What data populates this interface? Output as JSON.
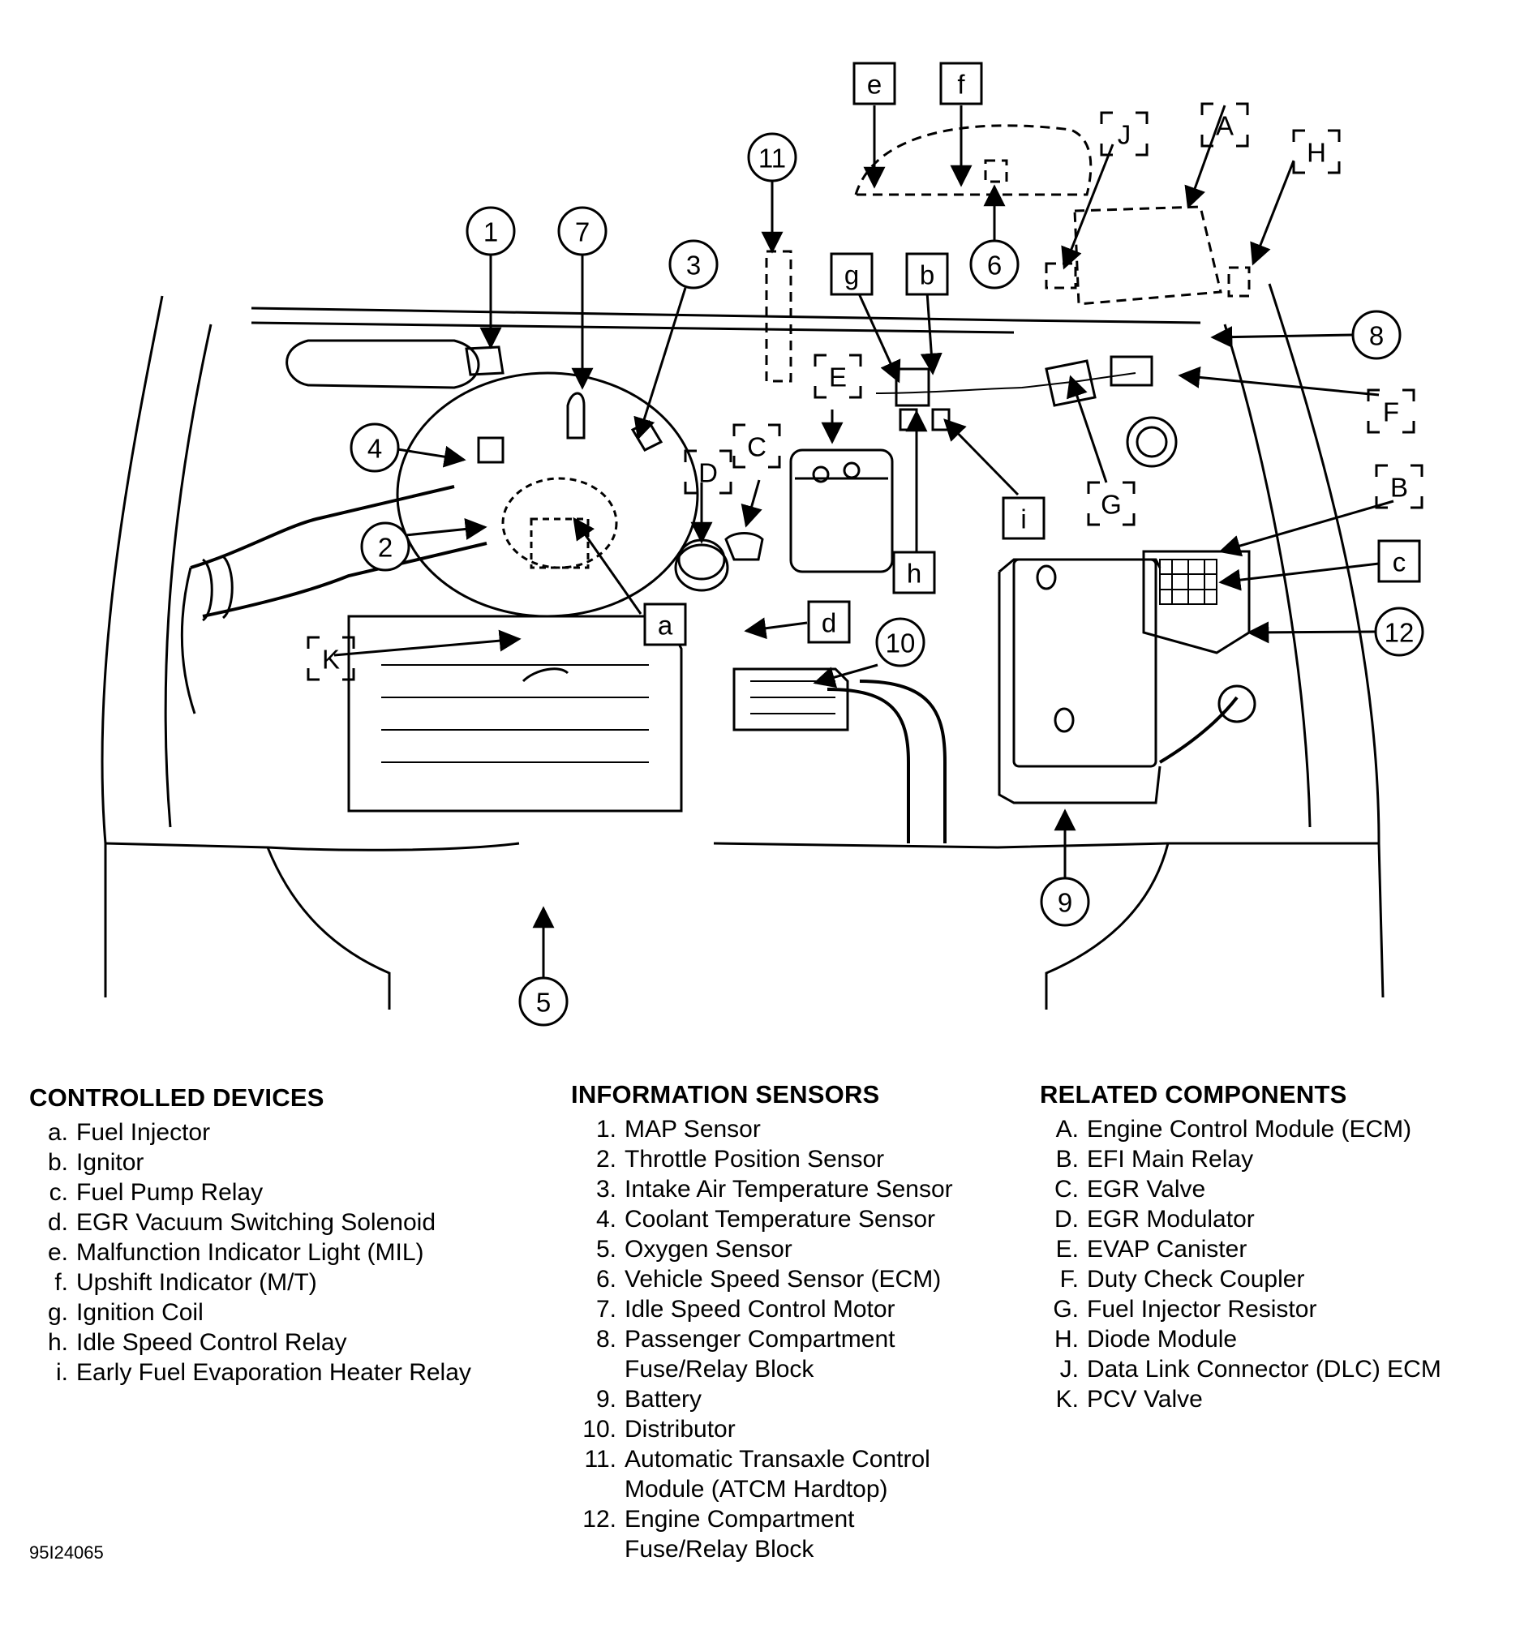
{
  "figure_id": "95I24065",
  "callouts": {
    "numbers": [
      "1",
      "2",
      "3",
      "4",
      "5",
      "6",
      "7",
      "8",
      "9",
      "10",
      "11",
      "12"
    ],
    "lower": [
      "a",
      "b",
      "c",
      "d",
      "e",
      "f",
      "g",
      "h",
      "i"
    ],
    "upper": [
      "A",
      "B",
      "C",
      "D",
      "E",
      "F",
      "G",
      "H",
      "J",
      "K"
    ]
  },
  "legend": {
    "controlled": {
      "title": "CONTROLLED DEVICES",
      "items": [
        {
          "key": "a.",
          "label": "Fuel Injector"
        },
        {
          "key": "b.",
          "label": "Ignitor"
        },
        {
          "key": "c.",
          "label": "Fuel Pump Relay"
        },
        {
          "key": "d.",
          "label": "EGR Vacuum Switching Solenoid"
        },
        {
          "key": "e.",
          "label": "Malfunction Indicator Light (MIL)"
        },
        {
          "key": "f.",
          "label": "Upshift Indicator (M/T)"
        },
        {
          "key": "g.",
          "label": "Ignition Coil"
        },
        {
          "key": "h.",
          "label": "Idle Speed Control Relay"
        },
        {
          "key": "i.",
          "label": "Early Fuel Evaporation Heater Relay"
        }
      ]
    },
    "sensors": {
      "title": "INFORMATION SENSORS",
      "items": [
        {
          "key": "1.",
          "label": "MAP Sensor"
        },
        {
          "key": "2.",
          "label": "Throttle Position Sensor"
        },
        {
          "key": "3.",
          "label": "Intake Air Temperature Sensor"
        },
        {
          "key": "4.",
          "label": "Coolant Temperature Sensor"
        },
        {
          "key": "5.",
          "label": "Oxygen Sensor"
        },
        {
          "key": "6.",
          "label": "Vehicle Speed Sensor (ECM)"
        },
        {
          "key": "7.",
          "label": "Idle Speed Control Motor"
        },
        {
          "key": "8.",
          "label": "Passenger Compartment\nFuse/Relay Block"
        },
        {
          "key": "9.",
          "label": "Battery"
        },
        {
          "key": "10.",
          "label": "Distributor"
        },
        {
          "key": "11.",
          "label": "Automatic Transaxle Control\nModule (ATCM Hardtop)"
        },
        {
          "key": "12.",
          "label": "Engine Compartment\nFuse/Relay Block"
        }
      ]
    },
    "related": {
      "title": "RELATED COMPONENTS",
      "items": [
        {
          "key": "A.",
          "label": "Engine Control Module (ECM)"
        },
        {
          "key": "B.",
          "label": "EFI Main Relay"
        },
        {
          "key": "C.",
          "label": "EGR Valve"
        },
        {
          "key": "D.",
          "label": "EGR Modulator"
        },
        {
          "key": "E.",
          "label": "EVAP Canister"
        },
        {
          "key": "F.",
          "label": "Duty Check Coupler"
        },
        {
          "key": "G.",
          "label": "Fuel Injector Resistor"
        },
        {
          "key": "H.",
          "label": "Diode Module"
        },
        {
          "key": "J.",
          "label": "Data Link Connector (DLC) ECM"
        },
        {
          "key": "K.",
          "label": "PCV Valve"
        }
      ]
    }
  }
}
